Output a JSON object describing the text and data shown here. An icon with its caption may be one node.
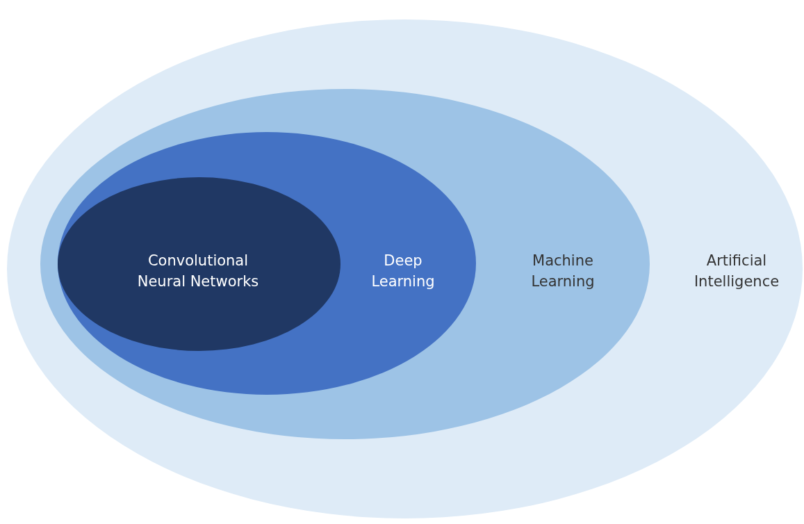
{
  "diagram": {
    "nodes": [
      {
        "text": [
          "Artificial Intelligence"
        ]
      },
      {
        "text": [
          "Machine Learning"
        ],
        "in": 0
      },
      {
        "text": [
          "Deep Learning"
        ],
        "in": 1
      },
      {
        "text": [
          "Convolutional Neural Networks"
        ],
        "in": 2
      }
    ]
  }
}
